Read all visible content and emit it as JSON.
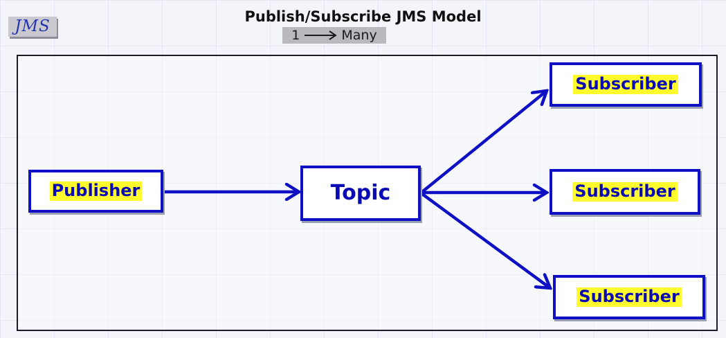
{
  "logo": {
    "text": "JMS"
  },
  "header": {
    "title": "Publish/Subscribe JMS Model",
    "relation_from": "1",
    "relation_to": "Many",
    "arrow_icon": "long-right-arrow-icon"
  },
  "diagram": {
    "publisher": {
      "label": "Publisher"
    },
    "topic": {
      "label": "Topic"
    },
    "subscribers": [
      {
        "label": "Subscriber"
      },
      {
        "label": "Subscriber"
      },
      {
        "label": "Subscriber"
      }
    ],
    "edges": [
      {
        "from": "Publisher",
        "to": "Topic"
      },
      {
        "from": "Topic",
        "to": "Subscriber 1"
      },
      {
        "from": "Topic",
        "to": "Subscriber 2"
      },
      {
        "from": "Topic",
        "to": "Subscriber 3"
      }
    ]
  },
  "colors": {
    "accent": "#0f0fc4",
    "label_highlight": "#fffb2c",
    "logo_text": "#2433b0",
    "logo_background": "#c9c9cf",
    "subtitle_background": "#b9b9bf",
    "frame": "#1b1b2a"
  }
}
